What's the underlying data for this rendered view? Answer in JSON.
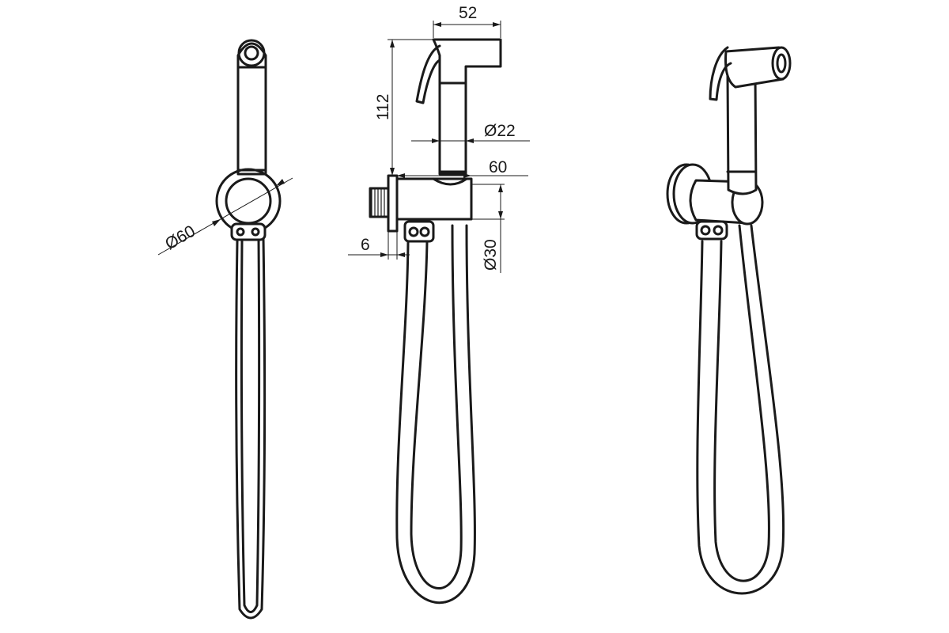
{
  "dimensions": {
    "width_top": "52",
    "height": "112",
    "head_diameter": "Ø22",
    "wall_depth": "60",
    "thread": "6",
    "holder_diameter": "Ø30",
    "flange_diameter": "Ø60"
  },
  "views": [
    "front-view",
    "side-view",
    "perspective-view"
  ]
}
